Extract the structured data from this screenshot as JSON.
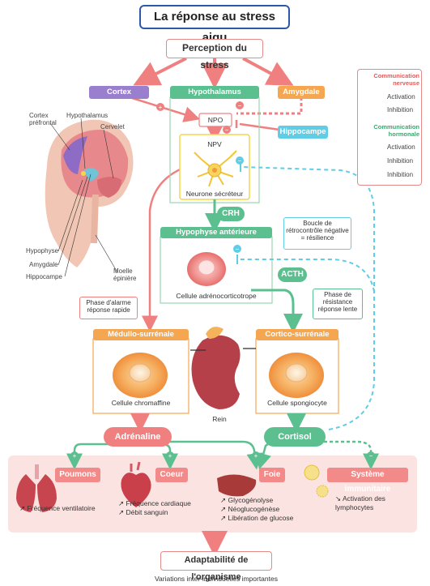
{
  "title": "La réponse au stress aigu",
  "perception": "Perception du stress",
  "cortex": "Cortex préfrontal",
  "hypothalamus": "Hypothalamus",
  "amygdale": "Amygdale",
  "hippocampe": "Hippocampe",
  "npo": "NPO",
  "npv": "NPV",
  "neurone": "Neurone sécréteur",
  "crh": "CRH",
  "hypophyse": "Hypophyse antérieure",
  "cellule_adreno": "Cellule adrénocorticotrope",
  "acth": "ACTH",
  "boucle": "Boucle de rétrocontrôle négative = résilience",
  "phase_resistance": "Phase de résistance réponse lente",
  "phase_alarme": "Phase d'alarme réponse rapide",
  "medullo": "Médullo-surrénale",
  "cortico": "Cortico-surrénale",
  "chromaffine": "Cellule chromaffine",
  "spongiocyte": "Cellule spongiocyte",
  "rein": "Rein",
  "adrenaline": "Adrénaline",
  "cortisol": "Cortisol",
  "brain_labels": {
    "cortex": "Cortex préfrontal",
    "hypothalamus": "Hypothalamus",
    "cervelet": "Cervelet",
    "hypophyse": "Hypophyse",
    "amygdale": "Amygdale",
    "hippocampe": "Hippocampe",
    "moelle": "Moelle épinière"
  },
  "legend": {
    "nerveuse": "Communication nerveuse",
    "hormonale": "Communication hormonale",
    "activation": "Activation",
    "inhibition": "Inhibition"
  },
  "organs": {
    "poumons": "Poumons",
    "coeur": "Coeur",
    "foie": "Foie",
    "immun": "Système immunitaire"
  },
  "effects": {
    "poumons": [
      "Fréquence ventilatoire"
    ],
    "coeur": [
      "Fréquence cardiaque",
      "Débit sanguin"
    ],
    "foie": [
      "Glycogénolyse",
      "Néoglucogénèse",
      "Libération de glucose"
    ],
    "immun": [
      "Activation des lymphocytes"
    ]
  },
  "bottom": "Adaptabilité de l'organisme",
  "bottom_sub": "Variations inter-individuelles importantes",
  "colors": {
    "red": "#f08080",
    "green": "#5cbf8f",
    "purple": "#9b7fcf",
    "orange": "#f5a650",
    "cyan": "#5fcde6",
    "yellow": "#f3d54e"
  }
}
